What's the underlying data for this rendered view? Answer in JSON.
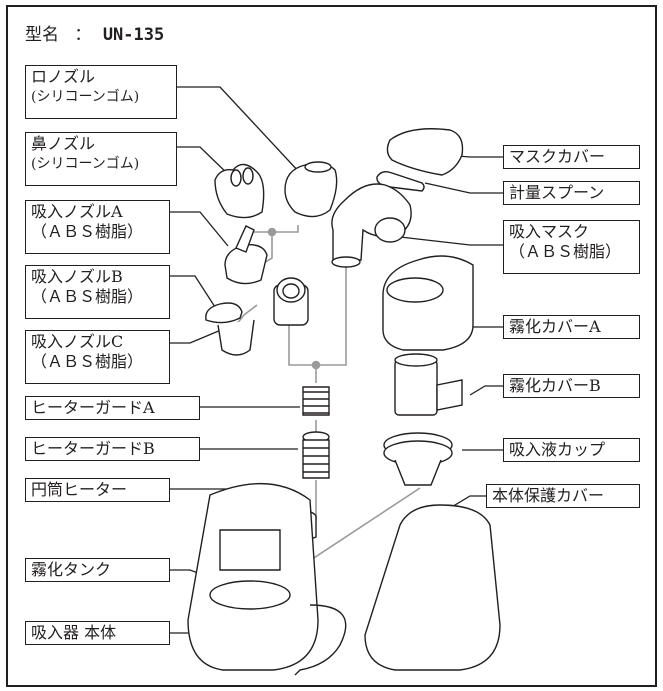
{
  "model": {
    "label": "型名",
    "sep": "：",
    "value": "UN-135"
  },
  "labels": {
    "mouth_nozzle": {
      "line1": "ロノズル",
      "line2": "(シリコーンゴム)"
    },
    "nose_nozzle": {
      "line1": "鼻ノズル",
      "line2": "(シリコーンゴム)"
    },
    "nozzle_a": {
      "line1": "吸入ノズルA",
      "line2": "（ＡＢＳ樹脂）"
    },
    "nozzle_b": {
      "line1": "吸入ノズルB",
      "line2": "（ＡＢＳ樹脂）"
    },
    "nozzle_c": {
      "line1": "吸入ノズルC",
      "line2": "（ＡＢＳ樹脂）"
    },
    "heater_guard_a": "ヒーターガードA",
    "heater_guard_b": "ヒーターガードB",
    "cyl_heater": "円筒ヒーター",
    "atom_tank": "霧化タンク",
    "main_body": "吸入器 本体",
    "mask_cover": "マスクカバー",
    "measure_spoon": "計量スプーン",
    "inhal_mask": {
      "line1": "吸入マスク",
      "line2": "（ＡＢＳ樹脂）"
    },
    "atom_cover_a": "霧化カバーA",
    "atom_cover_b": "霧化カバーB",
    "liquid_cup": "吸入液カップ",
    "body_cover": "本体保護カバー"
  },
  "colors": {
    "line": "#231f20",
    "guide": "#9a9a9a",
    "fill": "#ffffff"
  }
}
